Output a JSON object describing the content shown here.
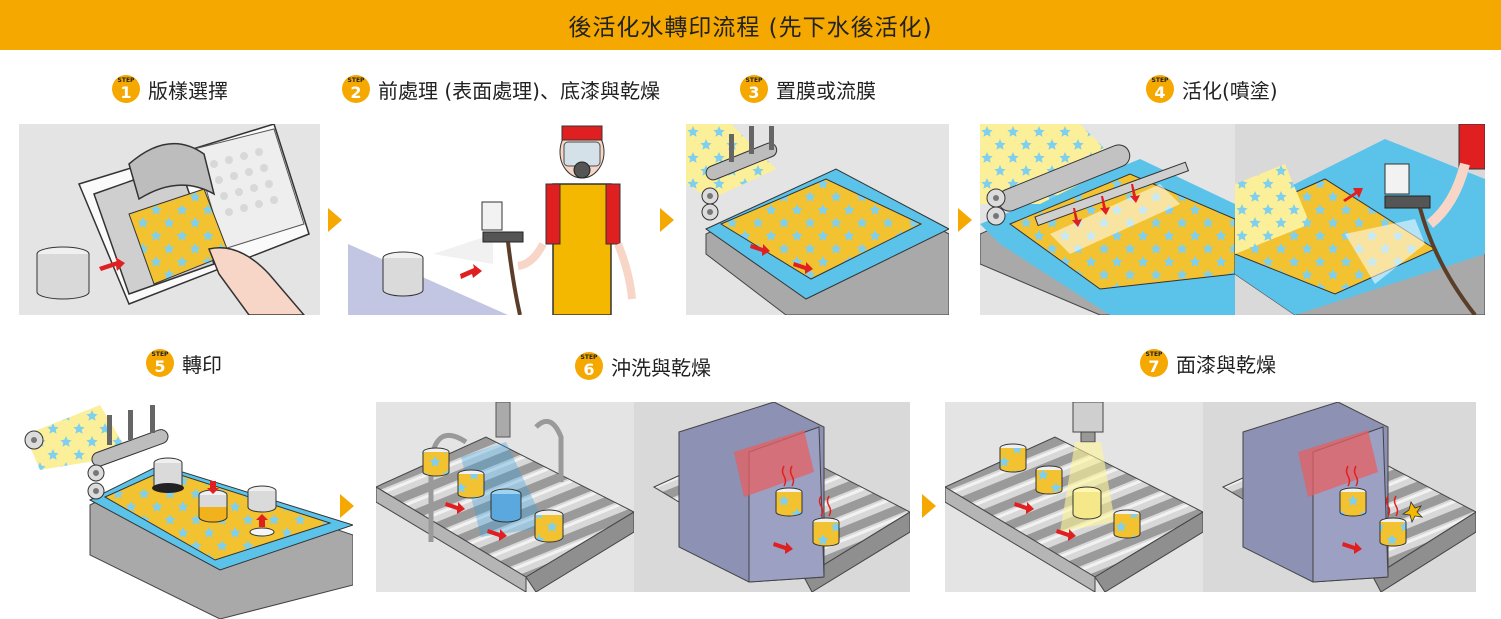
{
  "title": "後活化水轉印流程 (先下水後活化)",
  "steps": [
    {
      "badge": "STEP",
      "number": "1",
      "label": "版樣選擇"
    },
    {
      "badge": "STEP",
      "number": "2",
      "label": "前處理 (表面處理)、底漆與乾燥"
    },
    {
      "badge": "STEP",
      "number": "3",
      "label": "置膜或流膜"
    },
    {
      "badge": "STEP",
      "number": "4",
      "label": "活化(噴塗)"
    },
    {
      "badge": "STEP",
      "number": "5",
      "label": "轉印"
    },
    {
      "badge": "STEP",
      "number": "6",
      "label": "沖洗與乾燥"
    },
    {
      "badge": "STEP",
      "number": "7",
      "label": "面漆與乾燥"
    }
  ],
  "colors": {
    "banner": "#f5a800",
    "badge": "#f5a800",
    "water": "#5bc3ea",
    "film": "#f2c230",
    "arrow": "#e02020",
    "star": "#7fd0ef"
  }
}
